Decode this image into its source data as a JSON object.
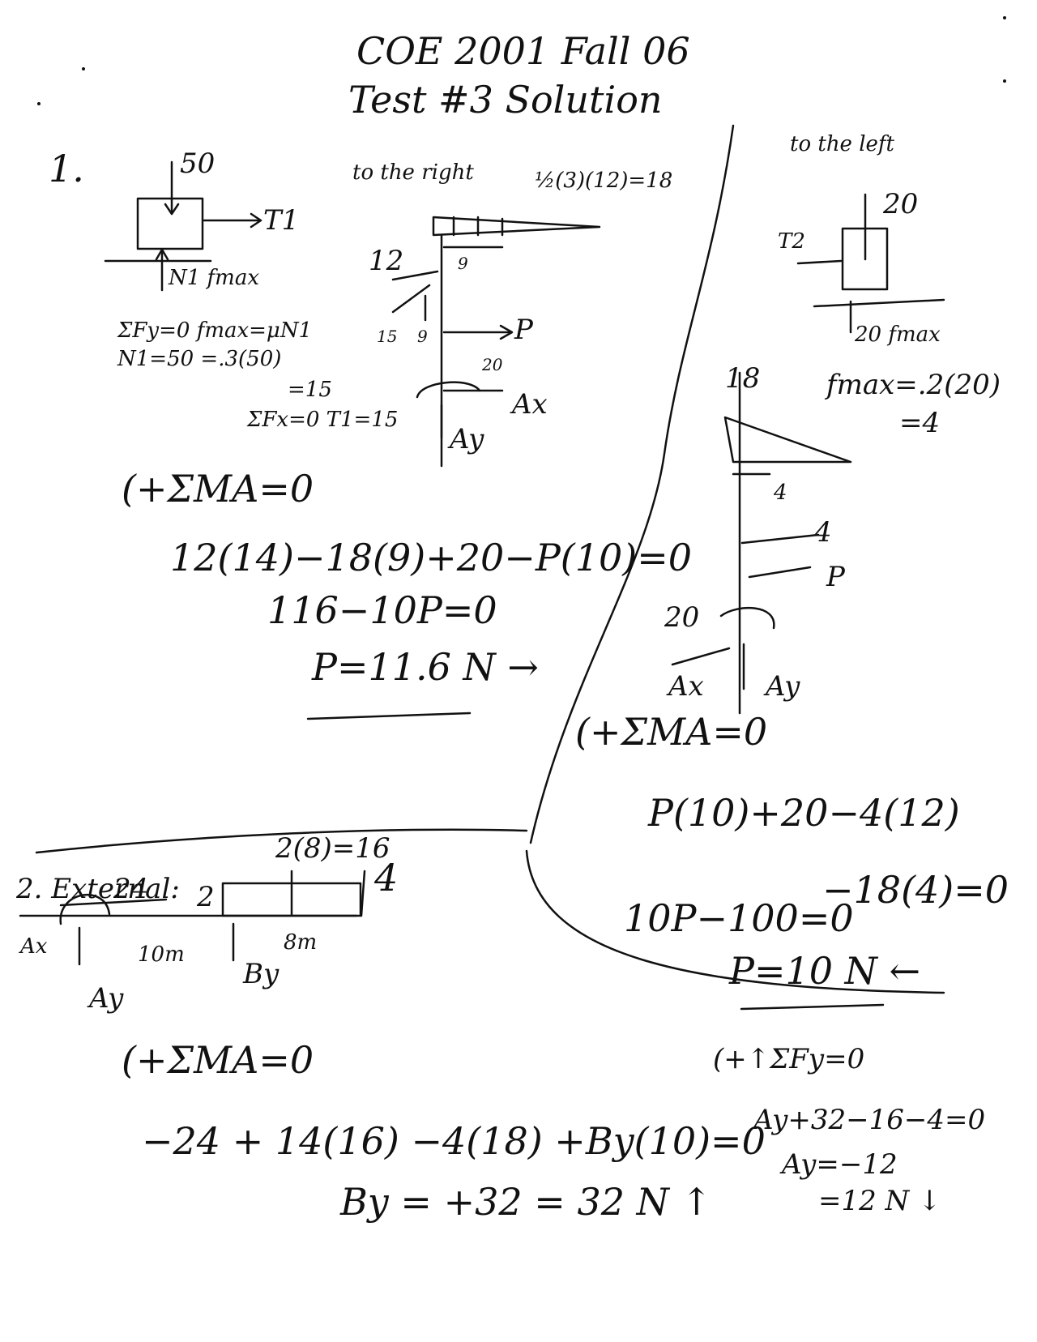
{
  "header": {
    "line1": "COE 2001  Fall 06",
    "line2": "Test #3   Solution"
  },
  "problem1": {
    "number": "1.",
    "block_left": {
      "load": "50",
      "tension": "T1",
      "normal": "N1  fmax",
      "eq1": "ΣFy=0   fmax=μN1",
      "eq2": "N1=50      =.3(50)",
      "eq3": "=15",
      "eq4": "ΣFx=0  T1=15"
    },
    "right_case": {
      "title": "to the right",
      "area": "½(3)(12)=18",
      "dim_9": "9",
      "force_12": "12",
      "force_15": "15",
      "force_9": "9",
      "force_P": "P",
      "moment_20": "20",
      "Ax": "Ax",
      "Ay": "Ay",
      "moment_eq": "(+ΣMA=0",
      "eq1": "12(14)−18(9)+20−P(10)=0",
      "eq2": "116−10P=0",
      "result": "P=11.6 N →"
    },
    "left_case": {
      "title": "to the left",
      "load": "20",
      "tension": "T2",
      "normal": "20  fmax",
      "fmax1": "fmax=.2(20)",
      "fmax2": "=4",
      "force_18": "18",
      "dim_4": "4",
      "force_4": "4",
      "force_P": "P",
      "moment_20": "20",
      "Ax": "Ax",
      "Ay": "Ay",
      "moment_eq": "(+ΣMA=0",
      "eq1": "P(10)+20−4(12)",
      "eq2": "−18(4)=0",
      "eq3": "10P−100=0",
      "result": "P=10 N ←"
    }
  },
  "problem2": {
    "title": "2. External:",
    "load_label": "2(8)=16",
    "point_load": "4",
    "dist_load": "2",
    "moment": "24",
    "Ax": "Ax",
    "Ay": "Ay",
    "span1": "10m",
    "span2": "8m",
    "By": "By",
    "moment_eq": "(+ΣMA=0",
    "eq1": "−24 + 14(16) −4(18) +By(10)=0",
    "eq2": "By = +32 = 32 N ↑",
    "sum_fy": "(+↑ΣFy=0",
    "fy1": "Ay+32−16−4=0",
    "fy2": "Ay=−12",
    "fy3": "=12 N ↓"
  }
}
